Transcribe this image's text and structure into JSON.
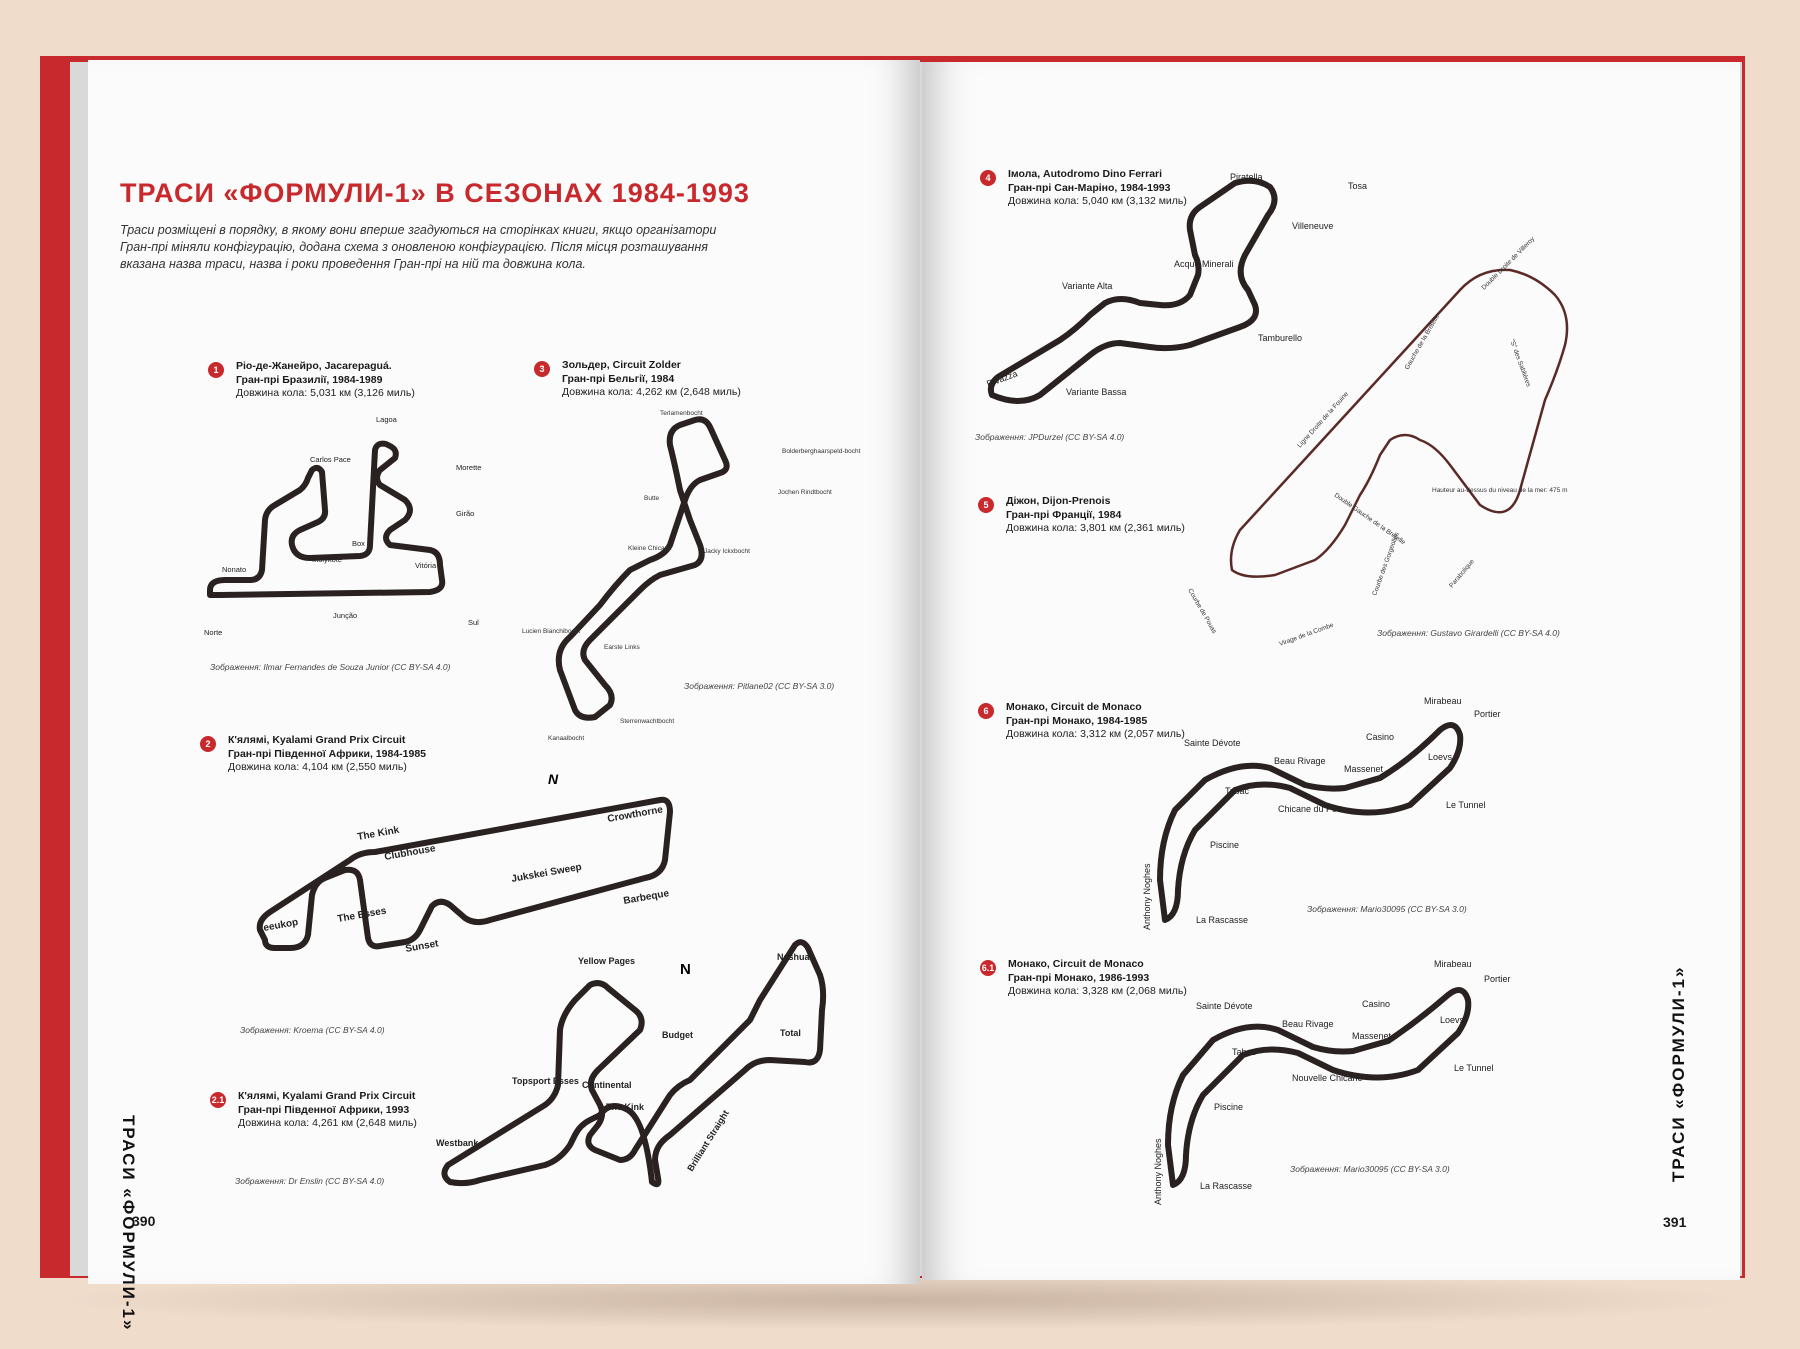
{
  "book": {
    "heading": "ТРАСИ «ФОРМУЛИ-1» В СЕЗОНАХ 1984-1993",
    "intro": "Траси розміщені в порядку, в якому вони вперше згадуються на сторінках книги, якщо організатори Гран-прі міняли конфігурацію, додана схема з оновленою конфігурацією. Після місця розташування вказана назва траси, назва і роки проведення Гран-прі на ній та довжина кола.",
    "side_title": "ТРАСИ «ФОРМУЛИ-1»",
    "page_left": "390",
    "page_right": "391"
  },
  "circuits": [
    {
      "num": "1",
      "line1": "Ріо-де-Жанейро, Jacarepaguá.",
      "line2": "Гран-прі Бразилії, 1984-1989",
      "line3": "Довжина кола: 5,031 км (3,126 миль)",
      "credit": "Зображення: Ilmar Fernandes de Souza Junior (CC BY-SA 4.0)",
      "corners": [
        "Lagoa",
        "Carlos Pace",
        "Morette",
        "Girão",
        "Box",
        "Molykote",
        "Vitória",
        "Nonato",
        "Norte",
        "Junção",
        "Sul"
      ]
    },
    {
      "num": "2",
      "line1": "К'ялямі, Kyalami Grand Prix Circuit",
      "line2": "Гран-прі Південної Африки, 1984-1985",
      "line3": "Довжина кола: 4,104 км (2,550 миль)",
      "credit": "Зображення: Kroema (CC BY-SA 4.0)",
      "corners": [
        "The Kink",
        "Crowthorne",
        "Clubhouse",
        "Jukskei Sweep",
        "Barbeque",
        "Leeukop",
        "The Esses",
        "Sunset"
      ]
    },
    {
      "num": "2.1",
      "line1": "К'ялямі, Kyalami Grand Prix Circuit",
      "line2": "Гран-прі Південної Африки, 1993",
      "line3": "Довжина кола: 4,261 км (2,648 миль)",
      "credit": "Зображення: Dr Enslin (CC BY-SA 4.0)",
      "corners": [
        "Yellow Pages",
        "Nashua",
        "Budget",
        "Total",
        "Topsport Esses",
        "Continental",
        "The Kink",
        "Westbank",
        "Brilliant Straight"
      ]
    },
    {
      "num": "3",
      "line1": "Зольдер, Circuit Zolder",
      "line2": "Гран-прі Бельгії, 1984",
      "line3": "Довжина кола: 4,262 км (2,648 миль)",
      "credit": "Зображення: Pitlane02 (CC BY-SA 3.0)",
      "corners": [
        "Terlamenbocht",
        "Bolderberghaarspeld-bocht",
        "Butte",
        "Jochen Rindtbocht",
        "Kleine Chicane",
        "Jacky Ickxbocht",
        "Lucien Bianchibocht",
        "Earste Links",
        "Sterrenwachtbocht",
        "Kanaalbocht"
      ]
    },
    {
      "num": "4",
      "line1": "Імола, Autodromo Dino Ferrari",
      "line2": "Гран-прі Сан-Маріно, 1984-1993",
      "line3": "Довжина кола: 5,040 км (3,132 миль)",
      "credit": "Зображення: JPDurzel (CC BY-SA 4.0)",
      "corners": [
        "Piratella",
        "Tosa",
        "Villeneuve",
        "Acque Minerali",
        "Variante Alta",
        "Tamburello",
        "Rivazza",
        "Variante Bassa"
      ]
    },
    {
      "num": "5",
      "line1": "Діжон, Dijon-Prenois",
      "line2": "Гран-прі Франції, 1984",
      "line3": "Довжина кола: 3,801 км (2,361 миль)",
      "credit": "Зображення: Gustavo Girardelli (CC BY-SA 4.0)",
      "corners": [
        "Double Droite de Villeroy",
        "\"S\" des Sablières",
        "Ligne Droite de la Fouine",
        "Gauche de la Bretelle",
        "Hauteur au-dessus du niveau de la mer: 475 m",
        "Double Gauche de la Bretelle",
        "Courbe des Gorgeolles",
        "Parabolique",
        "Virage de la Combe",
        "Courbe de Pouas"
      ]
    },
    {
      "num": "6",
      "line1": "Монако, Circuit de Monaco",
      "line2": "Гран-прі Монако, 1984-1985",
      "line3": "Довжина кола: 3,312 км (2,057 миль)",
      "credit": "Зображення: Mario30095 (CC BY-SA 3.0)",
      "corners": [
        "Mirabeau",
        "Portier",
        "Sainte Dévote",
        "Casino",
        "Beau Rivage",
        "Loevs",
        "Massenet",
        "Tabac",
        "Chicane du Port",
        "Le Tunnel",
        "Piscine",
        "Anthony Noghes",
        "La Rascasse"
      ]
    },
    {
      "num": "6.1",
      "line1": "Монако, Circuit de Monaco",
      "line2": "Гран-прі Монако, 1986-1993",
      "line3": "Довжина кола: 3,328 км (2,068 миль)",
      "credit": "Зображення: Mario30095 (CC BY-SA 3.0)",
      "corners": [
        "Mirabeau",
        "Portier",
        "Sainte Dévote",
        "Casino",
        "Beau Rivage",
        "Loevs",
        "Massenet",
        "Tabac",
        "Nouvelle Chicane",
        "Le Tunnel",
        "Piscine",
        "Anthony Noghes",
        "La Rascasse"
      ]
    }
  ],
  "compass": "N",
  "colors": {
    "accent": "#c8292c",
    "track": "#2a2220",
    "paper": "#fbfbfb",
    "background": "#efdccb"
  }
}
